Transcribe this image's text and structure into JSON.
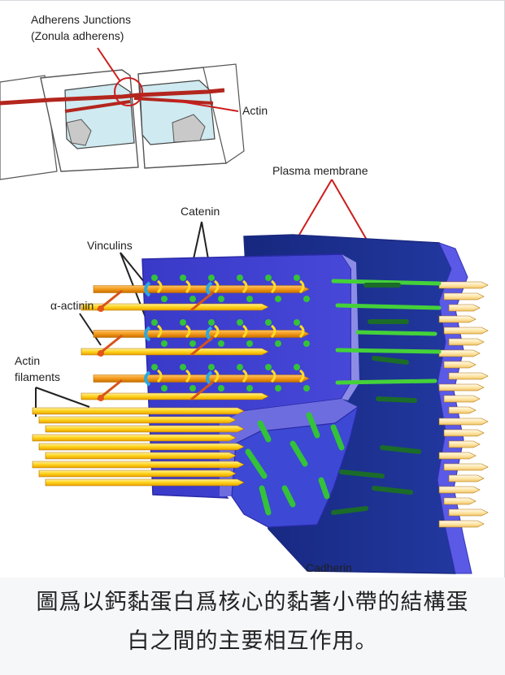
{
  "figure": {
    "labels": {
      "adherens_line1": "Adherens Junctions",
      "adherens_line2": "(Zonula adherens)",
      "actin_top": "Actin",
      "plasma_membrane": "Plasma membrane",
      "catenin": "Catenin",
      "vinculins": "Vinculins",
      "alpha_actinin": "α-actinin",
      "actin_filaments_line1": "Actin",
      "actin_filaments_line2": "filaments",
      "cadherin": "Cadherin"
    },
    "colors": {
      "membrane_front": "#3f3fd0",
      "membrane_edge": "#8c8ce6",
      "membrane_back": "#1c2f8f",
      "actin_orange": "#f29a1a",
      "actin_yellow": "#ffd21a",
      "actin_pale": "#ffe7a8",
      "cadherin_green": "#33c23a",
      "callout_red": "#cc1d1d"
    }
  },
  "caption": {
    "line1": "圖爲以鈣黏蛋白爲核心的黏著小帶的結構蛋",
    "line2": "白之間的主要相互作用。"
  }
}
